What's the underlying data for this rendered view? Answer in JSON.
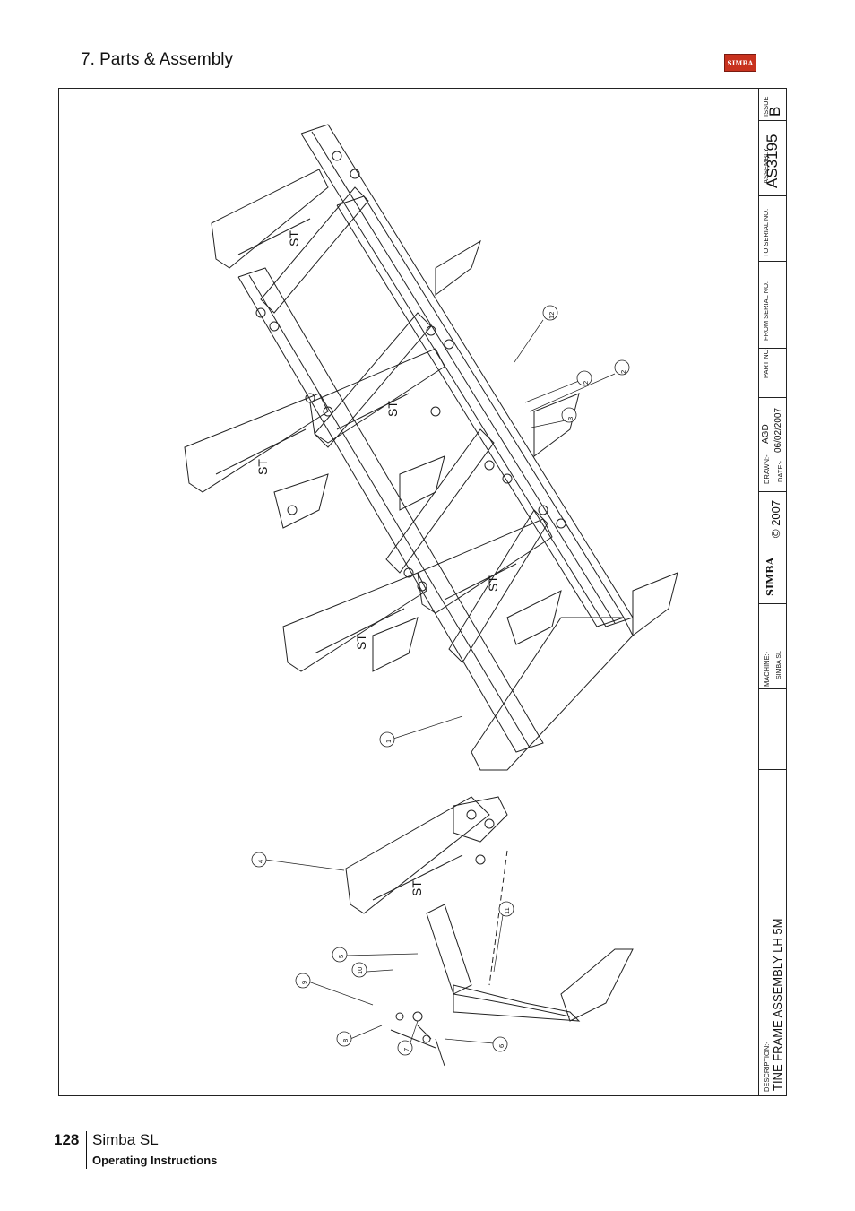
{
  "header": {
    "section_title": "7. Parts & Assembly",
    "logo_text": "SIMBA"
  },
  "title_block": {
    "issue_label": "ISSUE",
    "issue_value": "B",
    "assembly_label": "ASSEMBLY",
    "assembly_value": "AS3195",
    "to_serial_label": "TO SERIAL NO.",
    "from_serial_label": "FROM SERIAL NO.",
    "part_no_label": "PART NO.",
    "drawn_label": "DRAWN:-",
    "drawn_value": "AGD",
    "date_label": "DATE:-",
    "date_value": "06/02/2007",
    "copyright": "© 2007",
    "logo_text": "SIMBA",
    "machine_label": "MACHINE:-",
    "machine_value": "SIMBA SL",
    "description_label": "DESCRIPTION:-",
    "description_value": "TINE FRAME ASSEMBLY LH 5M"
  },
  "callouts": [
    "12",
    "2",
    "2",
    "3",
    "1",
    "4",
    "11",
    "5",
    "10",
    "9",
    "8",
    "7",
    "6"
  ],
  "drawing_marks": {
    "tine_label": "ST"
  },
  "footer": {
    "page_number": "128",
    "model": "Simba SL",
    "subtitle": "Operating Instructions"
  },
  "colors": {
    "line": "#222222",
    "logo_red": "#c8321e"
  }
}
